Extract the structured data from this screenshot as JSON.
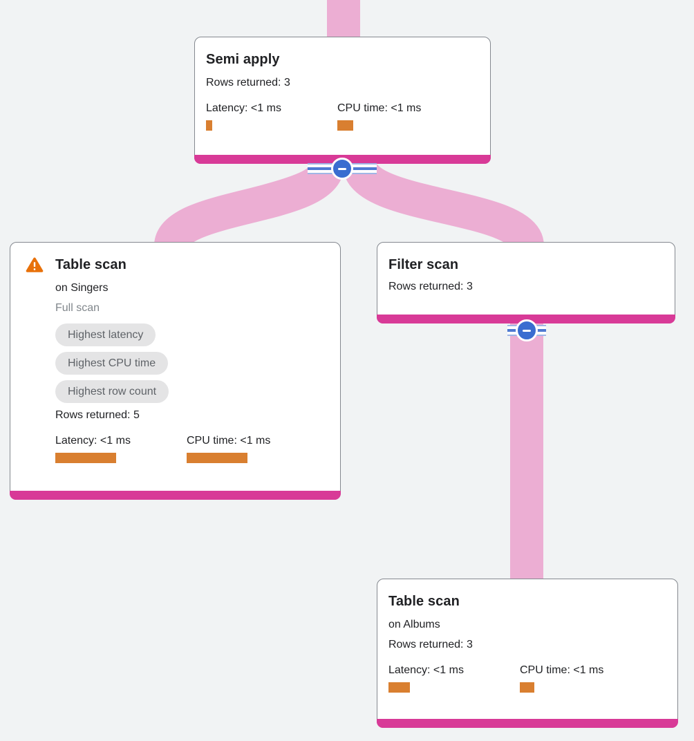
{
  "colors": {
    "background": "#f1f3f4",
    "card_background": "#ffffff",
    "card_border": "#84888f",
    "accent_pink": "#d83a97",
    "link_pink": "#ecaed3",
    "metric_orange": "#d97f30",
    "badge_background": "#e4e4e5",
    "badge_text": "#5f6368",
    "text_primary": "#202124",
    "text_muted": "#80868b",
    "collapse_blue": "#3a6dd0",
    "stripe_light": "#9fb6e6",
    "stripe_dark": "#4f7ad2",
    "warning_orange": "#e8710a"
  },
  "icons": {
    "warning": "warning-triangle",
    "collapse": "minus-in-circle"
  },
  "nodes": [
    {
      "title": "Semi apply",
      "rows": "Rows returned: 3",
      "latency": "Latency: <1 ms",
      "cpu": "CPU time: <1 ms",
      "latency_bar": 9,
      "cpu_bar": 23
    },
    {
      "title": "Table scan",
      "subtitle": "on Singers",
      "note": "Full scan",
      "has_warning": true,
      "badges": [
        "Highest latency",
        "Highest CPU time",
        "Highest row count"
      ],
      "rows": "Rows returned: 5",
      "latency": "Latency: <1 ms",
      "cpu": "CPU time: <1 ms",
      "latency_bar": 88,
      "cpu_bar": 88
    },
    {
      "title": "Filter scan",
      "rows": "Rows returned: 3"
    },
    {
      "title": "Table scan",
      "subtitle": "on Albums",
      "rows": "Rows returned: 3",
      "latency": "Latency: <1 ms",
      "cpu": "CPU time: <1 ms",
      "latency_bar": 31,
      "cpu_bar": 21
    }
  ]
}
